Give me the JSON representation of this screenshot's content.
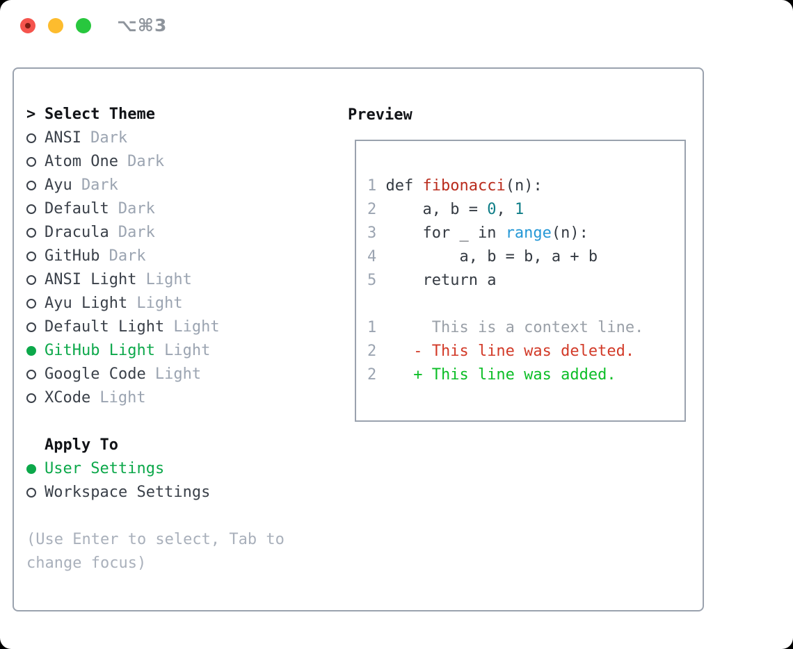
{
  "window": {
    "title": "⌥⌘3"
  },
  "theme_panel": {
    "header_prefix": ">",
    "header_label": "Select Theme",
    "themes": [
      {
        "name": "ANSI",
        "variant": "Dark",
        "selected": false
      },
      {
        "name": "Atom One",
        "variant": "Dark",
        "selected": false
      },
      {
        "name": "Ayu",
        "variant": "Dark",
        "selected": false
      },
      {
        "name": "Default",
        "variant": "Dark",
        "selected": false
      },
      {
        "name": "Dracula",
        "variant": "Dark",
        "selected": false
      },
      {
        "name": "GitHub",
        "variant": "Dark",
        "selected": false
      },
      {
        "name": "ANSI Light",
        "variant": "Light",
        "selected": false
      },
      {
        "name": "Ayu Light",
        "variant": "Light",
        "selected": false
      },
      {
        "name": "Default Light",
        "variant": "Light",
        "selected": false
      },
      {
        "name": "GitHub Light",
        "variant": "Light",
        "selected": true
      },
      {
        "name": "Google Code",
        "variant": "Light",
        "selected": false
      },
      {
        "name": "XCode",
        "variant": "Light",
        "selected": false
      }
    ],
    "apply_to_label": "Apply To",
    "apply_to_options": [
      {
        "name": "User Settings",
        "selected": true
      },
      {
        "name": "Workspace Settings",
        "selected": false
      }
    ],
    "hint_lines": [
      "(Use Enter to select, Tab to",
      "change focus)"
    ]
  },
  "preview": {
    "label": "Preview",
    "code_lines": [
      {
        "num": "1",
        "segments": [
          {
            "t": " def ",
            "c": "text"
          },
          {
            "t": "fibonacci",
            "c": "func"
          },
          {
            "t": "(n):",
            "c": "text"
          }
        ]
      },
      {
        "num": "2",
        "segments": [
          {
            "t": "     a, b = ",
            "c": "text"
          },
          {
            "t": "0",
            "c": "num"
          },
          {
            "t": ", ",
            "c": "text"
          },
          {
            "t": "1",
            "c": "num"
          }
        ]
      },
      {
        "num": "3",
        "segments": [
          {
            "t": "     for _ in ",
            "c": "text"
          },
          {
            "t": "range",
            "c": "builtin"
          },
          {
            "t": "(n):",
            "c": "text"
          }
        ]
      },
      {
        "num": "4",
        "segments": [
          {
            "t": "         a, b = b, a + b",
            "c": "text"
          }
        ]
      },
      {
        "num": "5",
        "segments": [
          {
            "t": "     return a",
            "c": "text"
          }
        ]
      }
    ],
    "diff_lines": [
      {
        "num": "1",
        "segments": [
          {
            "t": "      This is a context line.",
            "c": "context"
          }
        ]
      },
      {
        "num": "2",
        "segments": [
          {
            "t": "    - This line was deleted.",
            "c": "deleted"
          }
        ]
      },
      {
        "num": "2",
        "segments": [
          {
            "t": "    + This line was added.",
            "c": "added"
          }
        ]
      }
    ]
  },
  "colors": {
    "accent_green": "#0ca84a",
    "added_green": "#0cbe27",
    "deleted_red": "#d23a28",
    "func_red": "#b92b1c",
    "number_teal": "#0e7d87",
    "builtin_blue": "#2598d6",
    "text_dark": "#343a42",
    "muted_gray": "#9ba4b1",
    "border_gray": "#9aa2ae",
    "title_gray": "#8e949c",
    "traffic_red": "#f5544d",
    "traffic_yellow": "#fdbc2e",
    "traffic_green": "#28c73e"
  }
}
